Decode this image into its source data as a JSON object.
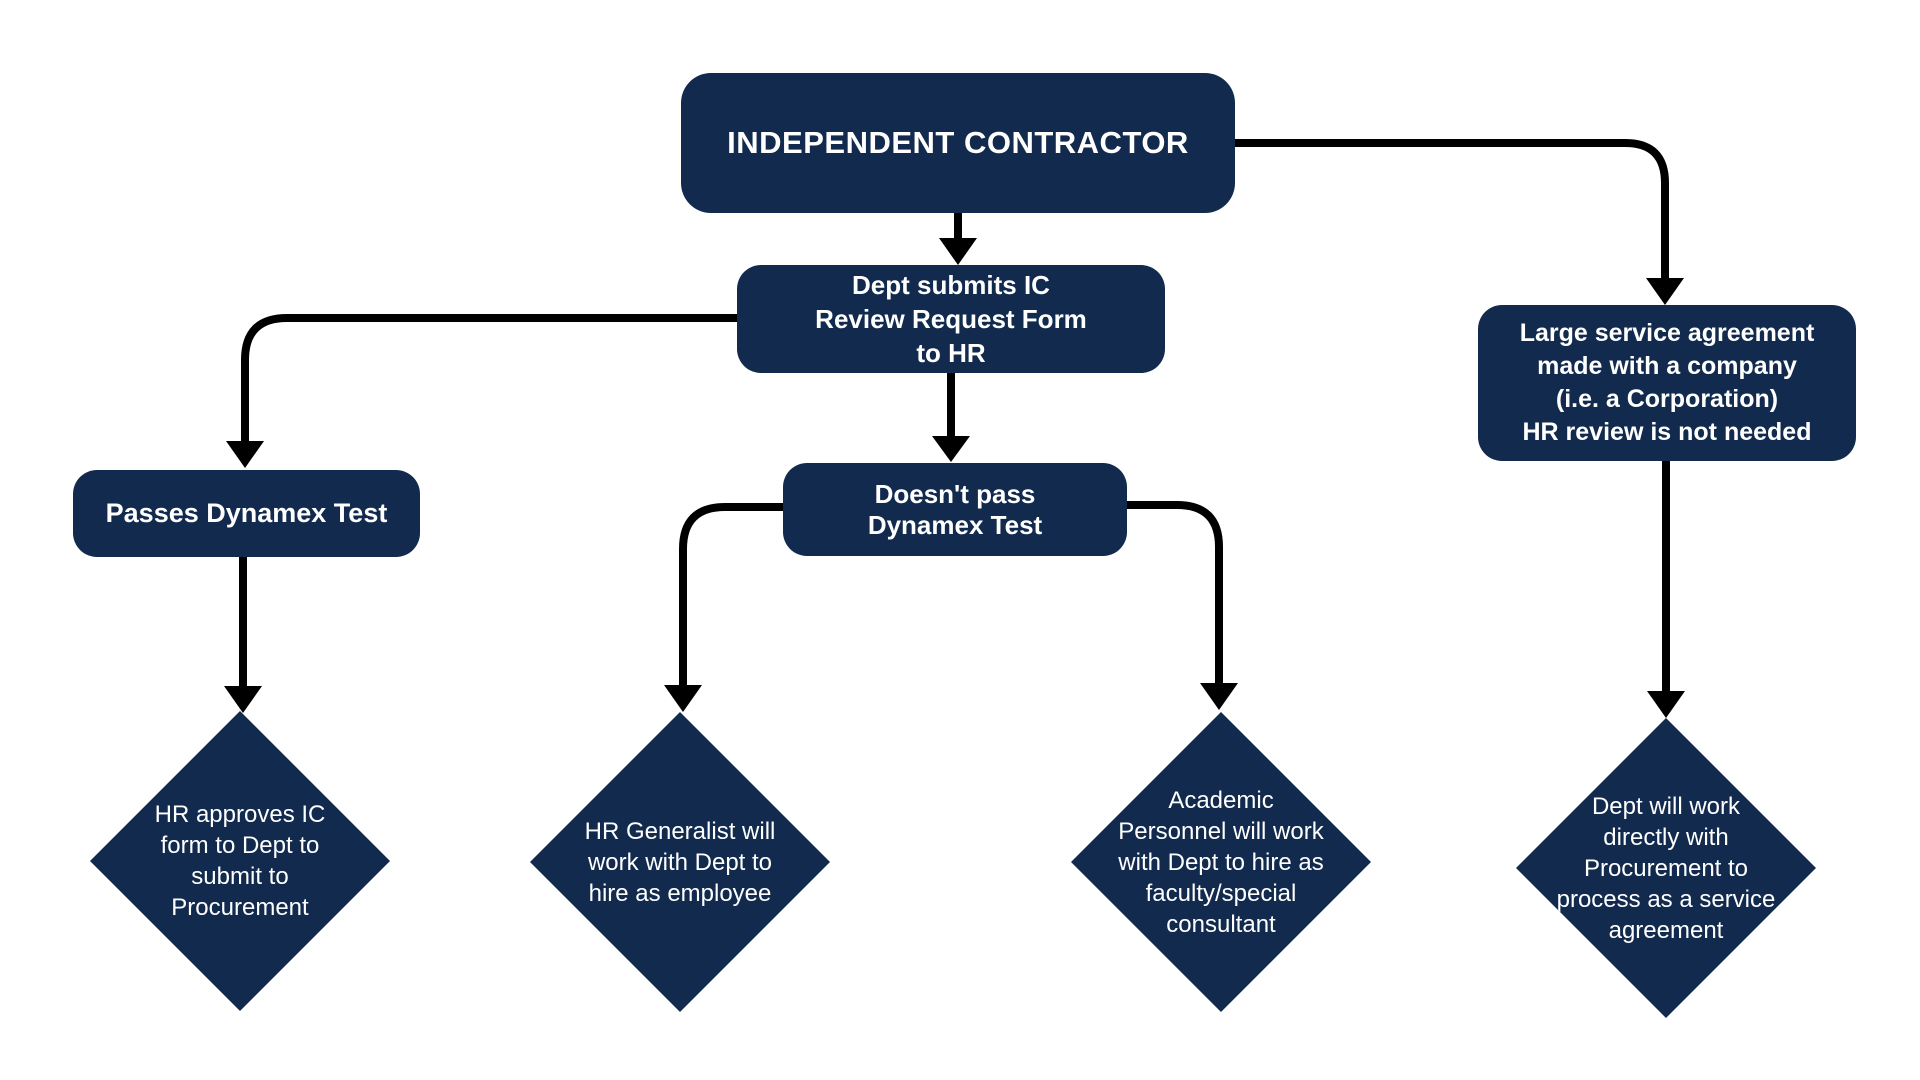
{
  "flowchart": {
    "colors": {
      "node_fill": "#112A4D",
      "text": "#FFFFFF",
      "connector": "#000000",
      "background": "#FFFFFF"
    },
    "nodes": {
      "independent_contractor": {
        "lines": [
          "INDEPENDENT CONTRACTOR"
        ]
      },
      "dept_submits": {
        "lines": [
          "Dept submits IC",
          "Review Request Form",
          "to HR"
        ]
      },
      "large_service": {
        "lines": [
          "Large service agreement",
          "made with a company",
          "(i.e. a Corporation)",
          "HR review  is not needed"
        ]
      },
      "passes_dynamex": {
        "lines": [
          "Passes Dynamex Test"
        ]
      },
      "doesnt_pass": {
        "lines": [
          "Doesn't pass",
          "Dynamex Test"
        ]
      },
      "hr_approves": {
        "lines": [
          "HR approves IC",
          "form to Dept to",
          "submit to",
          "Procurement"
        ]
      },
      "hr_generalist": {
        "lines": [
          "HR Generalist will",
          "work with Dept to",
          "hire as employee"
        ]
      },
      "academic_personnel": {
        "lines": [
          "Academic",
          "Personnel will work",
          "with Dept to hire as",
          "faculty/special",
          "consultant"
        ]
      },
      "dept_procurement": {
        "lines": [
          "Dept will work",
          "directly with",
          "Procurement to",
          "process as a service",
          "agreement"
        ]
      }
    },
    "edges": [
      {
        "from": "independent_contractor",
        "to": "dept_submits"
      },
      {
        "from": "independent_contractor",
        "to": "large_service"
      },
      {
        "from": "dept_submits",
        "to": "passes_dynamex"
      },
      {
        "from": "dept_submits",
        "to": "doesnt_pass"
      },
      {
        "from": "passes_dynamex",
        "to": "hr_approves"
      },
      {
        "from": "doesnt_pass",
        "to": "hr_generalist"
      },
      {
        "from": "doesnt_pass",
        "to": "academic_personnel"
      },
      {
        "from": "large_service",
        "to": "dept_procurement"
      }
    ]
  }
}
